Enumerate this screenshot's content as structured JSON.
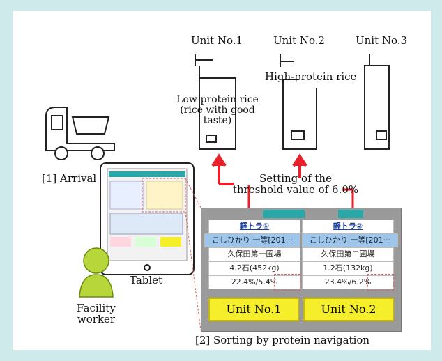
{
  "units": {
    "unit1": "Unit No.1",
    "unit2": "Unit No.2",
    "unit3": "Unit No.3"
  },
  "labels": {
    "high_protein": "High-protein rice",
    "low_protein_1": "Low-protein rice",
    "low_protein_2": "(rice with good",
    "low_protein_3": "taste)",
    "arrival": "[1] Arrival",
    "threshold_1": "Setting of the",
    "threshold_2": "threshold value of 6.0%",
    "tablet": "Tablet",
    "worker_1": "Facility",
    "worker_2": "worker",
    "sorting": "[2] Sorting by protein navigation"
  },
  "screen": {
    "columns": [
      {
        "header": "軽トラ①",
        "variety": "こしひかり 一等[201···",
        "farm": "久保田第一圃場",
        "amount": "4.2石(452kg)",
        "moisture": "22.4%",
        "protein": "5.4%",
        "button": "Unit No.1"
      },
      {
        "header": "軽トラ②",
        "variety": "こしひかり 一等[201···",
        "farm": "久保田第二圃場",
        "amount": "1.2石(132kg)",
        "moisture": "23.4%",
        "protein": "6.2%",
        "button": "Unit No.2"
      }
    ]
  },
  "colors": {
    "frame": "#cfeaea",
    "arrow": "#e8202a",
    "button": "#f5ee2a",
    "row_highlight": "#9ec6ea"
  }
}
